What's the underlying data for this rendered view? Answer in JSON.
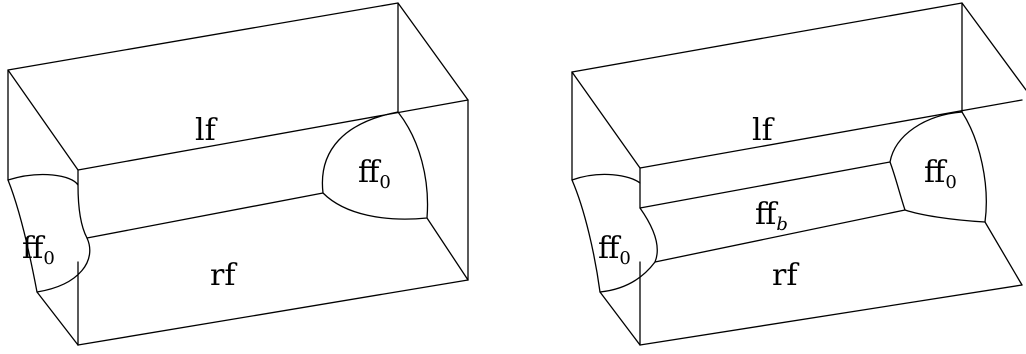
{
  "diagram_left": {
    "faces": [
      {
        "label": "lf"
      },
      {
        "label": "rf"
      },
      {
        "label": "ff",
        "subscript": "0"
      },
      {
        "label": "ff",
        "subscript": "0"
      }
    ]
  },
  "diagram_right": {
    "faces": [
      {
        "label": "lf"
      },
      {
        "label": "rf"
      },
      {
        "label": "ff",
        "subscript": "b"
      },
      {
        "label": "ff",
        "subscript": "0"
      },
      {
        "label": "ff",
        "subscript": "0"
      }
    ]
  },
  "colors": {
    "stroke": "#000000",
    "background": "#ffffff"
  }
}
